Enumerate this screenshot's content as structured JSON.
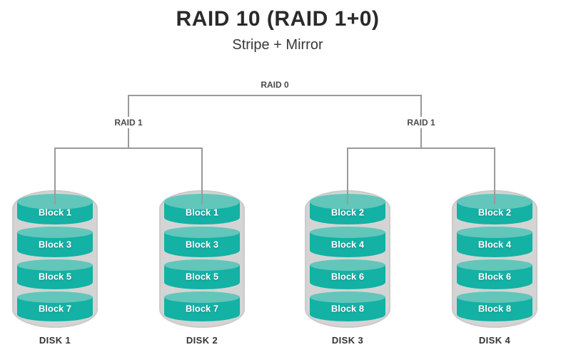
{
  "title": "RAID 10 (RAID 1+0)",
  "subtitle": "Stripe + Mirror",
  "tree": {
    "root_label": "RAID 0",
    "groups": [
      {
        "label": "RAID 1"
      },
      {
        "label": "RAID 1"
      }
    ]
  },
  "disks": [
    {
      "name": "DISK 1",
      "blocks": [
        "Block 1",
        "Block 3",
        "Block 5",
        "Block 7"
      ]
    },
    {
      "name": "DISK 2",
      "blocks": [
        "Block 1",
        "Block 3",
        "Block 5",
        "Block 7"
      ]
    },
    {
      "name": "DISK 3",
      "blocks": [
        "Block 2",
        "Block 4",
        "Block 6",
        "Block 8"
      ]
    },
    {
      "name": "DISK 4",
      "blocks": [
        "Block 2",
        "Block 4",
        "Block 6",
        "Block 8"
      ]
    }
  ],
  "colors": {
    "cylinder_body": "#14b1a5",
    "cylinder_top": "#62c6bb",
    "disk_shell": "#d4d4d4",
    "connector_line": "#9a9a9a",
    "node_label_text": "#4a4a4a",
    "block_text": "#ffffff",
    "background": "#ffffff"
  }
}
